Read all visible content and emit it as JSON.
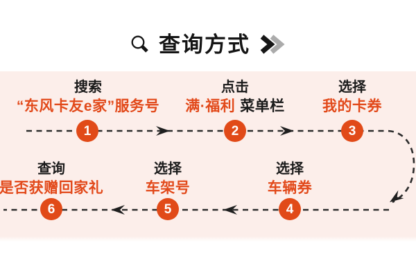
{
  "title": {
    "text": "查询方式"
  },
  "icons": {
    "left": "magnifier",
    "right": "double-chevron"
  },
  "steps": [
    {
      "number": "1",
      "action": "搜索",
      "highlight": "“东风卡友e家”服务号",
      "suffix": ""
    },
    {
      "number": "2",
      "action": "点击",
      "highlight": "满·福利",
      "suffix": "菜单栏"
    },
    {
      "number": "3",
      "action": "选择",
      "highlight": "我的卡券",
      "suffix": ""
    },
    {
      "number": "4",
      "action": "选择",
      "highlight": "车辆券",
      "suffix": ""
    },
    {
      "number": "5",
      "action": "选择",
      "highlight": "车架号",
      "suffix": ""
    },
    {
      "number": "6",
      "action": "查询",
      "highlight": "是否获赠回家礼",
      "suffix": ""
    }
  ],
  "colors": {
    "accent_text": "#e2491a",
    "badge": "#e14a18",
    "text_dark": "#1a1a1a",
    "panel_background": "#fceeea",
    "chevron_black": "#161616",
    "chevron_gray": "#ababab",
    "dash_line": "#2c2c2c"
  }
}
